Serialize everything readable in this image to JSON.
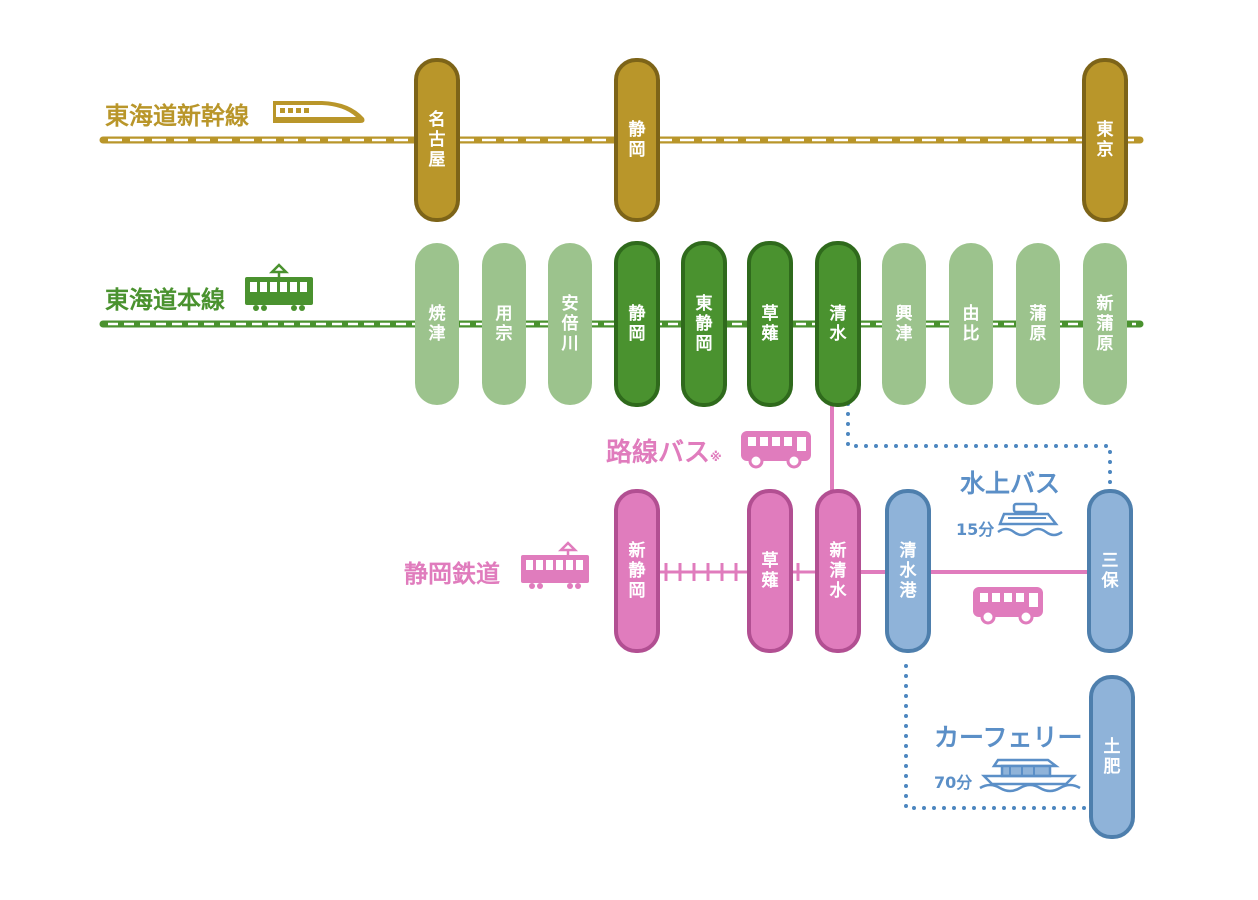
{
  "colors": {
    "shinkansen": "#b9962a",
    "shinkansen_border": "#7d6418",
    "honsen": "#4a922f",
    "honsen_dark": "#2f6a1c",
    "honsen_light": "#9cc38d",
    "pink": "#e07cbd",
    "pink_border": "#b24f92",
    "blue": "#8fb3d9",
    "blue_border": "#4e7fad",
    "blue_text": "#5b8fc7",
    "dot_blue": "#4c86bf"
  },
  "lines": {
    "shinkansen": {
      "name": "東海道新幹線",
      "icon": "shinkansen-train-icon"
    },
    "honsen": {
      "name": "東海道本線",
      "icon": "train-icon"
    },
    "route_bus": {
      "name": "路線バス",
      "note": "※",
      "icon": "bus-icon"
    },
    "shizutetsu": {
      "name": "静岡鉄道",
      "icon": "train-icon"
    },
    "water_bus": {
      "name": "水上バス",
      "time": "15分",
      "icon": "boat-icon"
    },
    "car_ferry": {
      "name": "カーフェリー",
      "time": "70分",
      "icon": "ferry-icon"
    }
  },
  "stations": {
    "shinkansen": [
      "名古屋",
      "静岡",
      "東京"
    ],
    "honsen": [
      "焼津",
      "用宗",
      "安倍川",
      "静岡",
      "東静岡",
      "草薙",
      "清水",
      "興津",
      "由比",
      "蒲原",
      "新蒲原"
    ],
    "shizutetsu": [
      "新静岡",
      "草薙",
      "新清水"
    ],
    "port": [
      "清水港",
      "三保",
      "土肥"
    ]
  }
}
